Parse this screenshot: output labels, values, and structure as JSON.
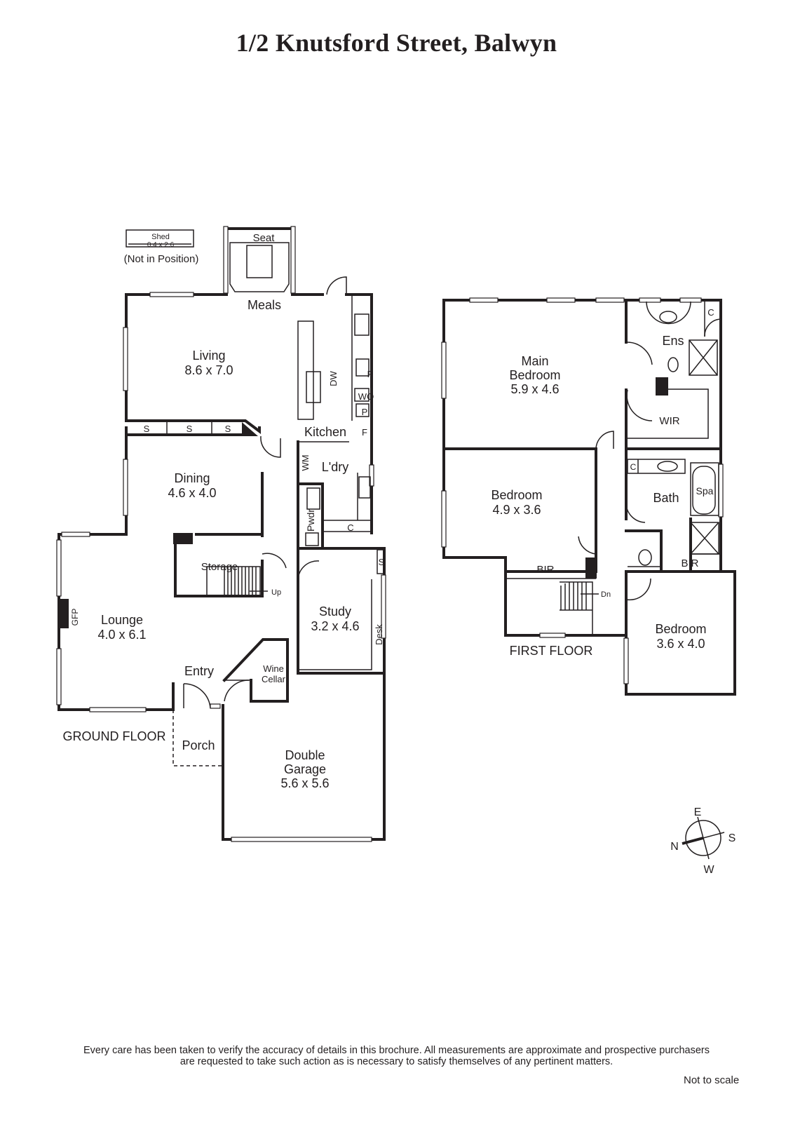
{
  "title": "1/2 Knutsford Street, Balwyn",
  "ground_floor": {
    "label": "GROUND FLOOR",
    "shed": {
      "name": "Shed",
      "size": "0.4 x 2.6",
      "note": "(Not in Position)"
    },
    "seat": "Seat",
    "meals": "Meals",
    "living": {
      "name": "Living",
      "size": "8.6 x 7.0"
    },
    "kitchen": "Kitchen",
    "dw": "DW",
    "p1": "P",
    "wo": "WO",
    "p2": "P",
    "f": "F",
    "wm": "WM",
    "ldry": "L'dry",
    "c_ldry": "C",
    "pwdr": "Pwdr",
    "s_labels": [
      "S",
      "S",
      "S"
    ],
    "dining": {
      "name": "Dining",
      "size": "4.6 x 4.0"
    },
    "storage": "Storage",
    "up": "Up",
    "gfp": "GFP",
    "lounge": {
      "name": "Lounge",
      "size": "4.0 x 6.1"
    },
    "study": {
      "name": "Study",
      "size": "3.2 x 4.6"
    },
    "s_study": "S",
    "desk": "Desk",
    "entry": "Entry",
    "wine": {
      "line1": "Wine",
      "line2": "Cellar"
    },
    "porch": "Porch",
    "garage": {
      "line1": "Double",
      "line2": "Garage",
      "size": "5.6 x 5.6"
    }
  },
  "first_floor": {
    "label": "FIRST FLOOR",
    "main_bedroom": {
      "line1": "Main",
      "line2": "Bedroom",
      "size": "5.9 x 4.6"
    },
    "ens": "Ens",
    "c_ens": "C",
    "wir": "WIR",
    "bedroom2": {
      "name": "Bedroom",
      "size": "4.9 x 3.6"
    },
    "c_bath": "C",
    "bath": "Bath",
    "spa": "Spa",
    "bir1": "BIR",
    "bir2": "BIR",
    "dn": "Dn",
    "bedroom3": {
      "name": "Bedroom",
      "size": "3.6 x 4.0"
    }
  },
  "compass": {
    "n": "N",
    "e": "E",
    "s": "S",
    "w": "W"
  },
  "disclaimer": {
    "line1": "Every care has been taken to verify the accuracy of details in this brochure.  All measurements are approximate and prospective purchasers",
    "line2": "are requested to take such action as is necessary to satisfy themselves of any pertinent matters."
  },
  "not_to_scale": "Not to scale"
}
